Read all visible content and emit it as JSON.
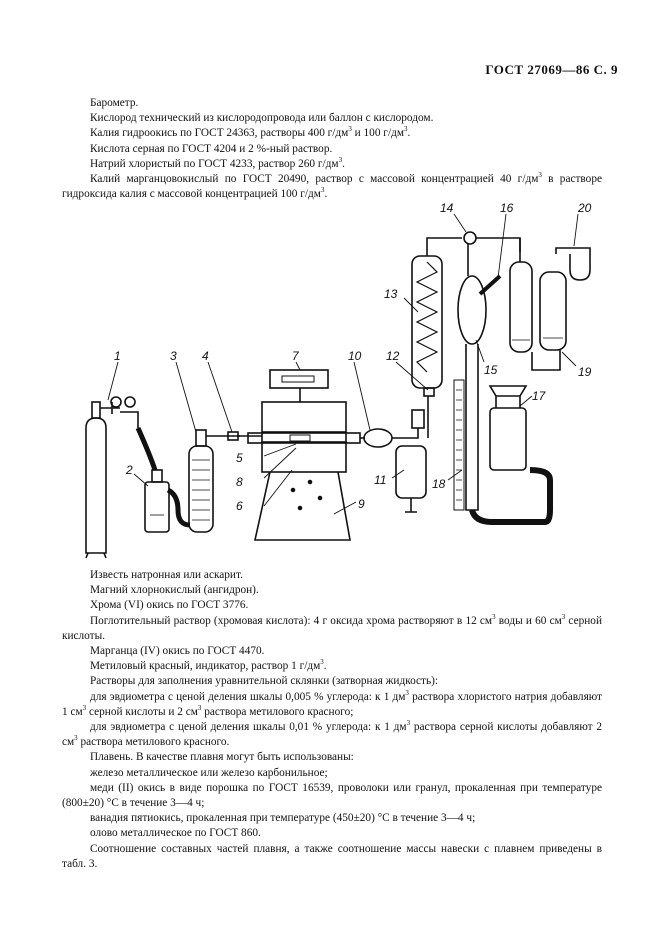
{
  "header": {
    "title": "ГОСТ 27069—86 С. 9"
  },
  "top_paragraphs": [
    [
      "Барометр."
    ],
    [
      "Кислород технический из кислородопровода или баллон с кислородом."
    ],
    [
      "Калия гидроокись по ГОСТ 24363, растворы 400 г/дм",
      "3",
      " и 100 г/дм",
      "3",
      "."
    ],
    [
      "Кислота серная по ГОСТ 4204 и 2 %-ный раствор."
    ],
    [
      "Натрий хлористый по ГОСТ 4233, раствор 260 г/дм",
      "3",
      "."
    ],
    [
      "Калий марганцовокислый по ГОСТ 20490, раствор с массовой концентрацией 40 г/дм",
      "3",
      " в растворе гидроксида калия с массовой концентрацией 100 г/дм",
      "3",
      "."
    ]
  ],
  "figure": {
    "labels": [
      "1",
      "2",
      "3",
      "4",
      "5",
      "6",
      "7",
      "8",
      "9",
      "10",
      "11",
      "12",
      "13",
      "14",
      "15",
      "16",
      "17",
      "18",
      "19",
      "20"
    ]
  },
  "bottom_paragraphs": [
    [
      "Известь натронная или аскарит."
    ],
    [
      "Магний хлорнокислый (ангидрон)."
    ],
    [
      "Хрома (VI) окись по ГОСТ 3776."
    ],
    [
      "Поглотительный раствор (хромовая кислота): 4 г оксида хрома растворяют в 12 см",
      "3",
      " воды и 60 см",
      "3",
      " серной кислоты."
    ],
    [
      "Марганца (IV) окись по ГОСТ 4470."
    ],
    [
      "Метиловый красный, индикатор, раствор 1 г/дм",
      "3",
      "."
    ],
    [
      "Растворы для заполнения уравнительной склянки (затворная жидкость):"
    ],
    [
      "для эвдиометра с ценой деления шкалы 0,005 % углерода: к 1 дм",
      "3",
      " раствора хлористого натрия добавляют 1 см",
      "3",
      " серной кислоты и 2 см",
      "3",
      " раствора метилового красного;"
    ],
    [
      "для эвдиометра с ценой деления шкалы 0,01 % углерода: к 1 дм",
      "3",
      " раствора серной кислоты добавляют 2 см",
      "3",
      " раствора метилового красного."
    ],
    [
      "Плавень. В качестве  плавня могут быть использованы:"
    ],
    [
      "железо металлическое или железо карбонильное;"
    ],
    [
      "меди (II) окись в виде порошка по ГОСТ 16539, проволоки или гранул, прокаленная при температуре (800±20) ",
      "°",
      "С в течение 3—4 ч;"
    ],
    [
      "ванадия пятиокись, прокаленная при температуре (450±20) °С в течение 3—4 ч;"
    ],
    [
      "олово металлическое по ГОСТ 860."
    ],
    [
      "Соотношение составных частей плавня, а также соотношение массы навески с плавнем приведены в табл. 3."
    ]
  ]
}
